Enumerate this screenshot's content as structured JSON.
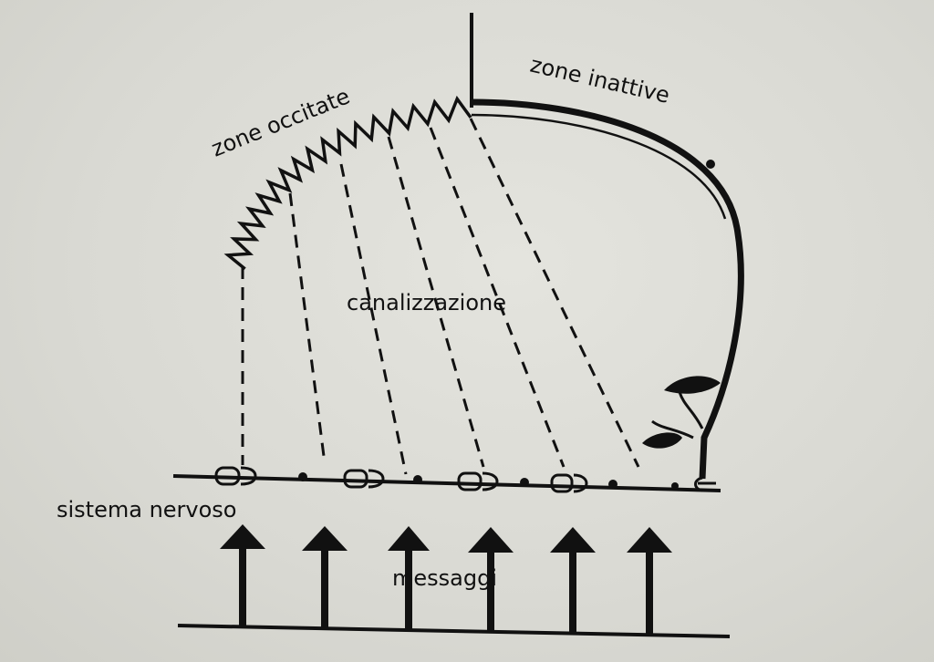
{
  "labels": {
    "excited": "zone occitate",
    "inactive": "zone inattive",
    "channel": "canalizzazione",
    "nervous": "sistema nervoso",
    "messages": "messaggi"
  },
  "colors": {
    "ink": "#111111",
    "paper": "#dcdcd6"
  }
}
